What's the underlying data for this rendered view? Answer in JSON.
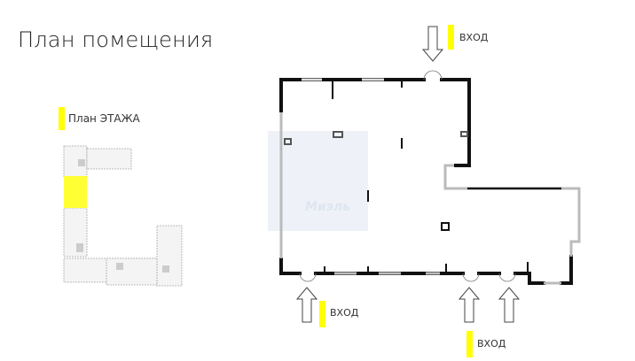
{
  "title": "План помещения",
  "floor_plan_label": "План ЭТАЖА",
  "entrances": [
    {
      "label": "ВХОД",
      "position": "top"
    },
    {
      "label": "ВХОД",
      "position": "bottom-left"
    },
    {
      "label": "ВХОД",
      "position": "bottom-right"
    }
  ],
  "watermark": "Миэль",
  "colors": {
    "highlight": "#ffff00",
    "wall": "#111111",
    "window": "#bbbbbb",
    "watermark_bg": "#eef2f8"
  }
}
